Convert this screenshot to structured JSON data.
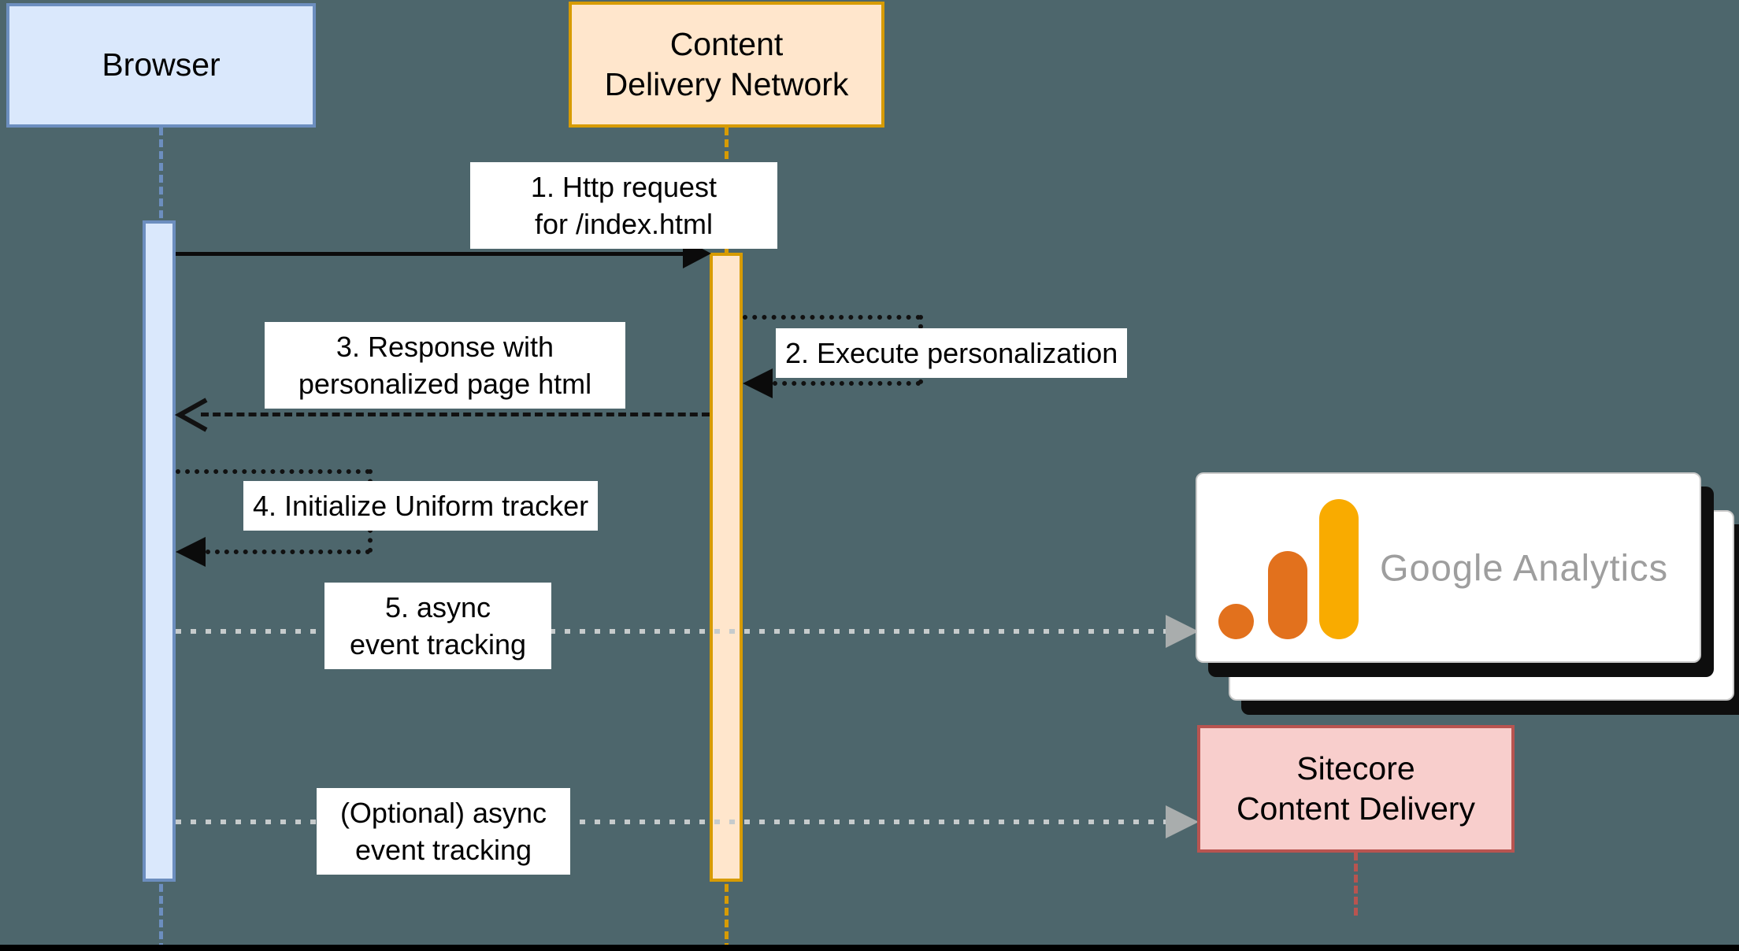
{
  "diagram": {
    "type": "sequence-diagram",
    "background_color": "#4d666c",
    "bottom_bar_color": "#000000"
  },
  "actors": {
    "browser": {
      "label": "Browser",
      "fill": "#dae8fc",
      "border": "#6c8ebf"
    },
    "cdn": {
      "line1": "Content",
      "line2": "Delivery Network",
      "fill": "#ffe6cc",
      "border": "#d79b00"
    },
    "google_analytics": {
      "label": "Google Analytics",
      "card_fill": "#ffffff",
      "text_color": "#9e9e9e",
      "logo_orange": "#e2711d",
      "logo_yellow": "#f9ab00"
    },
    "sitecore": {
      "line1": "Sitecore",
      "line2": "Content Delivery",
      "fill": "#f8cecc",
      "border": "#b85450"
    }
  },
  "messages": {
    "m1": {
      "line1": "1. Http request",
      "line2": "for /index.html",
      "from": "Browser",
      "to": "Content Delivery Network",
      "style": "solid black arrow"
    },
    "m2": {
      "line1": "2. Execute personalization",
      "from": "Content Delivery Network",
      "to": "Content Delivery Network",
      "style": "dotted black self-message"
    },
    "m3": {
      "line1": "3. Response with",
      "line2": "personalized page html",
      "from": "Content Delivery Network",
      "to": "Browser",
      "style": "dashed black arrow"
    },
    "m4": {
      "line1": "4. Initialize Uniform tracker",
      "from": "Browser",
      "to": "Browser",
      "style": "dotted black self-message"
    },
    "m5": {
      "line1": "5. async",
      "line2": "event tracking",
      "from": "Browser",
      "to": "Google Analytics",
      "style": "dotted gray arrow"
    },
    "m6": {
      "line1": "(Optional) async",
      "line2": "event tracking",
      "from": "Browser",
      "to": "Sitecore Content Delivery",
      "style": "dotted gray arrow"
    }
  },
  "arrow_colors": {
    "black": "#0b0b0b",
    "gray_head": "#a9adad",
    "gray_dots": "#c6cbcc"
  }
}
